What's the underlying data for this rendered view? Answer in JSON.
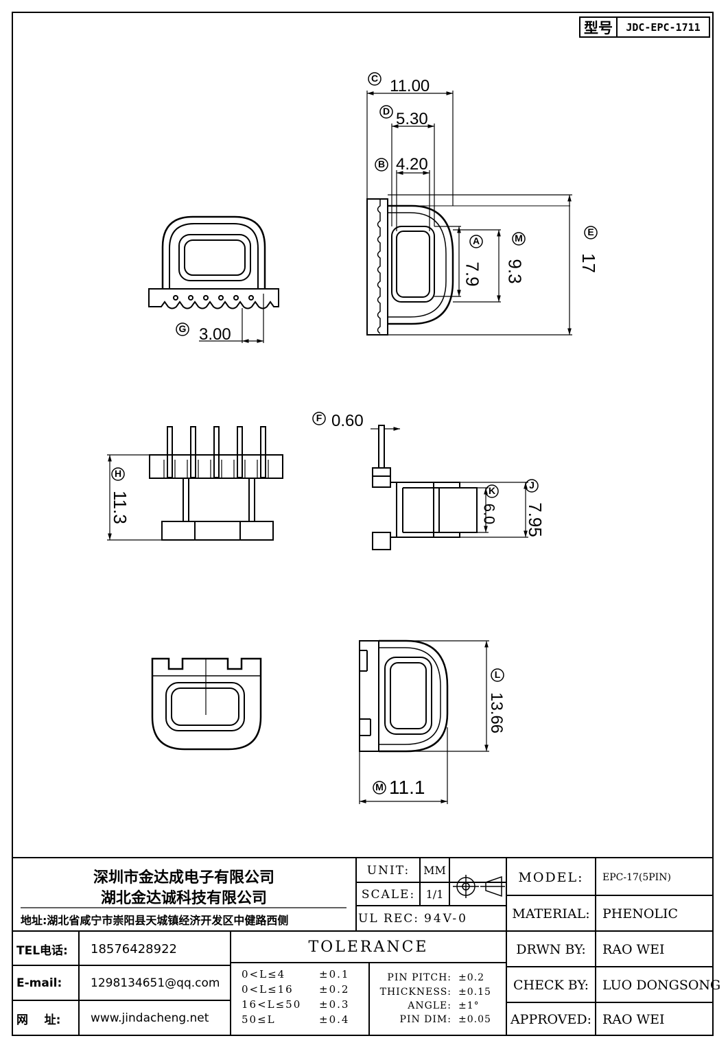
{
  "model_box": {
    "label": "型号",
    "value": "JDC-EPC-1711"
  },
  "drawing": {
    "top_view": {
      "dim_G": {
        "letter": "G",
        "value": "3.00"
      }
    },
    "side_top": {
      "dim_C": {
        "letter": "C",
        "value": "11.00"
      },
      "dim_D": {
        "letter": "D",
        "value": "5.30"
      },
      "dim_B": {
        "letter": "B",
        "value": "4.20"
      },
      "dim_A": {
        "letter": "A",
        "value": "7.9"
      },
      "dim_M": {
        "letter": "M",
        "value": "9.3"
      },
      "dim_E": {
        "letter": "E",
        "value": "17"
      }
    },
    "front_view": {
      "dim_H": {
        "letter": "H",
        "value": "11.3"
      }
    },
    "side_mid": {
      "dim_F": {
        "letter": "F",
        "value": "0.60"
      },
      "dim_K": {
        "letter": "K",
        "value": "6.0"
      },
      "dim_J": {
        "letter": "J",
        "value": "7.95"
      }
    },
    "side_bottom": {
      "dim_L": {
        "letter": "L",
        "value": "13.66"
      },
      "dim_M2": {
        "letter": "M",
        "value": "11.1"
      }
    }
  },
  "title_block": {
    "company_cn_1": "深圳市金达成电子有限公司",
    "company_cn_2": "湖北金达诚科技有限公司",
    "address": "地址:湖北省咸宁市崇阳县天城镇经济开发区中健路西侧",
    "tel_label": "TEL电话:",
    "tel_value": "18576428922",
    "email_label": "E-mail:",
    "email_value": "1298134651@qq.com",
    "web_label": "网    址:",
    "web_value": "www.jindacheng.net",
    "unit_label": "UNIT:",
    "unit_value": "MM",
    "scale_label": "SCALE:",
    "scale_value": "1/1",
    "ulrec_label": "UL REC:",
    "ulrec_value": "94V-0",
    "tolerance_title": "TOLERANCE",
    "tolerance_rows": [
      {
        "range": "0<L≤4",
        "tol": "±0.1"
      },
      {
        "range": "0<L≤16",
        "tol": "±0.2"
      },
      {
        "range": "16<L≤50",
        "tol": "±0.3"
      },
      {
        "range": "50≤L",
        "tol": "±0.4"
      }
    ],
    "tolerance_specs": [
      {
        "label": "PIN PITCH:",
        "value": "±0.2"
      },
      {
        "label": "THICKNESS:",
        "value": "±0.15"
      },
      {
        "label": "ANGLE:",
        "value": "±1°"
      },
      {
        "label": "PIN DIM:",
        "value": "±0.05"
      }
    ],
    "model_label": "MODEL:",
    "model_value": "EPC-17(5PIN)",
    "material_label": "MATERIAL:",
    "material_value": "PHENOLIC",
    "drawn_label": "DRWN BY:",
    "drawn_value": "RAO WEI",
    "check_label": "CHECK BY:",
    "check_value": "LUO DONGSONG",
    "approved_label": "APPROVED:",
    "approved_value": "RAO WEI"
  }
}
